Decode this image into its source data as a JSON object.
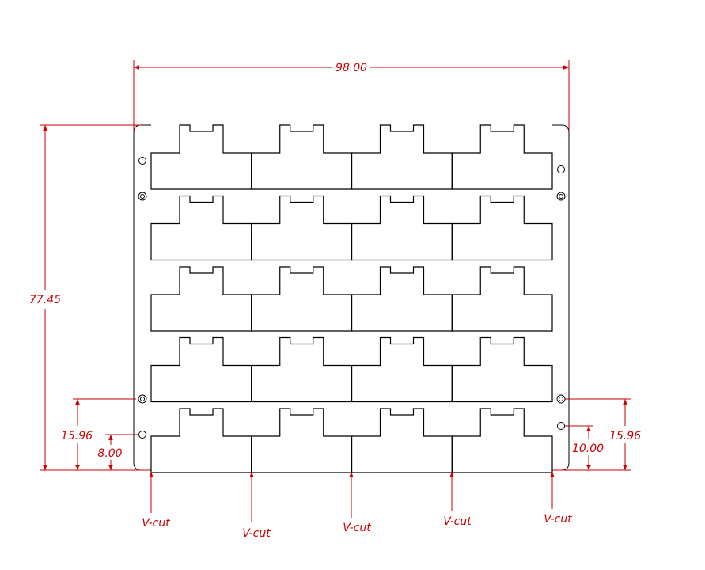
{
  "colors": {
    "outline": "#000000",
    "dimension": "#cc0000",
    "background": "#ffffff"
  },
  "panel": {
    "rows": 5,
    "columns": 4,
    "board_shape": "t-shaped-board-with-notch"
  },
  "dimensions": {
    "overall_width": "98.00",
    "overall_height": "77.45",
    "left_fiducial_height": "15.96",
    "left_hole_height": "8.00",
    "right_fiducial_height": "15.96",
    "right_hole_height": "10.00"
  },
  "vcut_labels": [
    "V-cut",
    "V-cut",
    "V-cut",
    "V-cut",
    "V-cut"
  ],
  "icons": {
    "mounting_hole": "circle-icon",
    "fiducial": "double-circle-icon"
  }
}
